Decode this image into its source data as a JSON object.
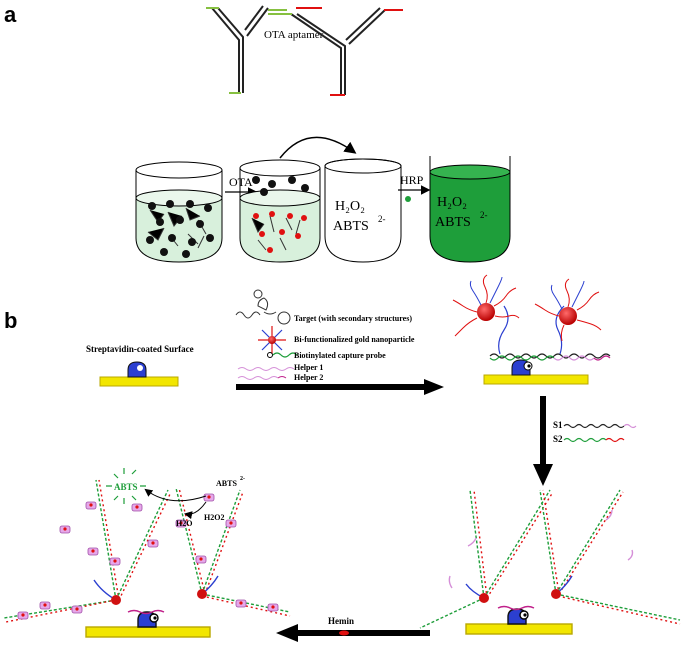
{
  "panels": {
    "a": "a",
    "b": "b"
  },
  "panel_a": {
    "aptamer_label": "OTA aptamer",
    "ota_label": "OTA",
    "hrp_label": "HRP",
    "tube3_line1": "H₂O₂",
    "tube3_line2": "ABTS",
    "tube3_sup": "2-",
    "tube4_line1": "H₂O₂",
    "tube4_line2": "ABTS",
    "tube4_sup": "2-"
  },
  "panel_b": {
    "surface_label": "Streptavidin-coated Surface",
    "legend": [
      "Target (with secondary structures)",
      "Bi-functionalized gold nanoparticle",
      "Biotinylated capture probe",
      "Helper 1",
      "Helper 2"
    ],
    "s1_label": "S1",
    "s2_label": "S2",
    "hemin_label": "Hemin",
    "abts_product": "ABTS",
    "abts_reactant": "ABTS",
    "abts_sup": "2-",
    "h2o_label": "H2O",
    "h2o2_label": "H2O2"
  },
  "colors": {
    "green_fill": "#1e9e3a",
    "light_green": "#d8f0dc",
    "gold": "#f2e600",
    "red": "#e01010",
    "blue": "#2b3fd0",
    "pink": "#d58fd8"
  }
}
